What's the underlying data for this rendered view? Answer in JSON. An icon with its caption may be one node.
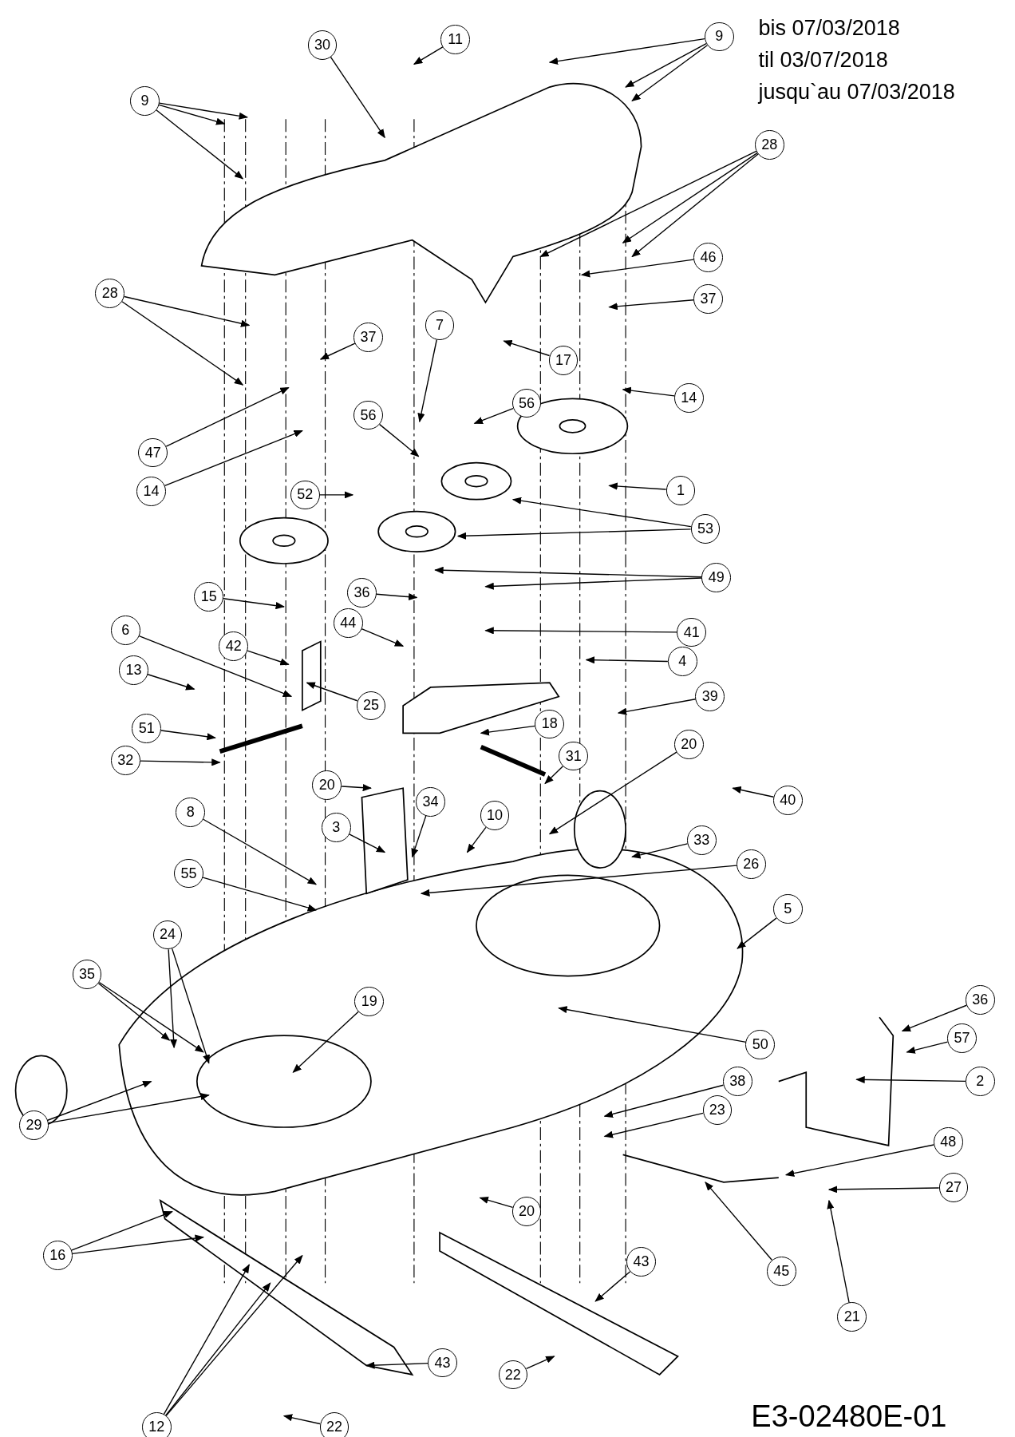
{
  "diagram": {
    "nodes": [
      {
        "text": [
          "30"
        ]
      },
      {
        "text": [
          "11"
        ]
      },
      {
        "text": [
          "9"
        ]
      },
      {
        "text": [
          "9"
        ]
      },
      {
        "text": [
          "28"
        ]
      },
      {
        "text": [
          "28"
        ]
      },
      {
        "text": [
          "46"
        ]
      },
      {
        "text": [
          "37"
        ]
      },
      {
        "text": [
          "37"
        ]
      },
      {
        "text": [
          "7"
        ]
      },
      {
        "text": [
          "17"
        ]
      },
      {
        "text": [
          "14"
        ]
      },
      {
        "text": [
          "56"
        ]
      },
      {
        "text": [
          "56"
        ]
      },
      {
        "text": [
          "47"
        ]
      },
      {
        "text": [
          "14"
        ]
      },
      {
        "text": [
          "52"
        ]
      },
      {
        "text": [
          "1"
        ]
      },
      {
        "text": [
          "53"
        ]
      },
      {
        "text": [
          "49"
        ]
      },
      {
        "text": [
          "36"
        ]
      },
      {
        "text": [
          "15"
        ]
      },
      {
        "text": [
          "44"
        ]
      },
      {
        "text": [
          "41"
        ]
      },
      {
        "text": [
          "6"
        ]
      },
      {
        "text": [
          "42"
        ]
      },
      {
        "text": [
          "13"
        ]
      },
      {
        "text": [
          "4"
        ]
      },
      {
        "text": [
          "25"
        ]
      },
      {
        "text": [
          "51"
        ]
      },
      {
        "text": [
          "39"
        ]
      },
      {
        "text": [
          "18"
        ]
      },
      {
        "text": [
          "32"
        ]
      },
      {
        "text": [
          "31"
        ]
      },
      {
        "text": [
          "20"
        ]
      },
      {
        "text": [
          "20"
        ]
      },
      {
        "text": [
          "40"
        ]
      },
      {
        "text": [
          "34"
        ]
      },
      {
        "text": [
          "10"
        ]
      },
      {
        "text": [
          "8"
        ]
      },
      {
        "text": [
          "3"
        ]
      },
      {
        "text": [
          "33"
        ]
      },
      {
        "text": [
          "26"
        ]
      },
      {
        "text": [
          "55"
        ]
      },
      {
        "text": [
          "5"
        ]
      },
      {
        "text": [
          "24"
        ]
      },
      {
        "text": [
          "35"
        ]
      },
      {
        "text": [
          "19"
        ]
      },
      {
        "text": [
          "36"
        ]
      },
      {
        "text": [
          "57"
        ]
      },
      {
        "text": [
          "50"
        ]
      },
      {
        "text": [
          "2"
        ]
      },
      {
        "text": [
          "38"
        ]
      },
      {
        "text": [
          "23"
        ]
      },
      {
        "text": [
          "29"
        ]
      },
      {
        "text": [
          "48"
        ]
      },
      {
        "text": [
          "27"
        ]
      },
      {
        "text": [
          "20"
        ]
      },
      {
        "text": [
          "45"
        ]
      },
      {
        "text": [
          "16"
        ]
      },
      {
        "text": [
          "43"
        ]
      },
      {
        "text": [
          "21"
        ]
      },
      {
        "text": [
          "43"
        ]
      },
      {
        "text": [
          "22"
        ]
      },
      {
        "text": [
          "12"
        ]
      },
      {
        "text": [
          "22"
        ]
      }
    ],
    "edges": [
      {
        "from": 0,
        "to": null,
        "arrow": "to"
      },
      {
        "from": 1,
        "to": null,
        "arrow": "to"
      },
      {
        "from": 2,
        "to": null,
        "arrow": "to"
      },
      {
        "from": 2,
        "to": null,
        "arrow": "to"
      },
      {
        "from": 2,
        "to": null,
        "arrow": "to"
      },
      {
        "from": 3,
        "to": null,
        "arrow": "to"
      },
      {
        "from": 3,
        "to": null,
        "arrow": "to"
      },
      {
        "from": 3,
        "to": null,
        "arrow": "to"
      },
      {
        "from": 4,
        "to": null,
        "arrow": "to"
      },
      {
        "from": 4,
        "to": null,
        "arrow": "to"
      },
      {
        "from": 4,
        "to": null,
        "arrow": "to"
      },
      {
        "from": 5,
        "to": null,
        "arrow": "to"
      },
      {
        "from": 5,
        "to": null,
        "arrow": "to"
      },
      {
        "from": 6,
        "to": null,
        "arrow": "to"
      },
      {
        "from": 7,
        "to": null,
        "arrow": "to"
      },
      {
        "from": 8,
        "to": null,
        "arrow": "to"
      },
      {
        "from": 9,
        "to": null,
        "arrow": "to"
      },
      {
        "from": 10,
        "to": null,
        "arrow": "to"
      },
      {
        "from": 11,
        "to": null,
        "arrow": "to"
      },
      {
        "from": 12,
        "to": null,
        "arrow": "to"
      },
      {
        "from": 13,
        "to": null,
        "arrow": "to"
      },
      {
        "from": 14,
        "to": null,
        "arrow": "to"
      },
      {
        "from": 15,
        "to": null,
        "arrow": "to"
      },
      {
        "from": 16,
        "to": null,
        "arrow": "to"
      },
      {
        "from": 17,
        "to": null,
        "arrow": "to"
      },
      {
        "from": 18,
        "to": null,
        "arrow": "to"
      },
      {
        "from": 18,
        "to": null,
        "arrow": "to"
      },
      {
        "from": 19,
        "to": null,
        "arrow": "to"
      },
      {
        "from": 19,
        "to": null,
        "arrow": "to"
      },
      {
        "from": 20,
        "to": null,
        "arrow": "to"
      },
      {
        "from": 21,
        "to": null,
        "arrow": "to"
      },
      {
        "from": 22,
        "to": null,
        "arrow": "to"
      },
      {
        "from": 23,
        "to": null,
        "arrow": "to"
      },
      {
        "from": 24,
        "to": null,
        "arrow": "to"
      },
      {
        "from": 25,
        "to": null,
        "arrow": "to"
      },
      {
        "from": 26,
        "to": null,
        "arrow": "to"
      },
      {
        "from": 27,
        "to": null,
        "arrow": "to"
      },
      {
        "from": 28,
        "to": null,
        "arrow": "to"
      },
      {
        "from": 29,
        "to": null,
        "arrow": "to"
      },
      {
        "from": 30,
        "to": null,
        "arrow": "to"
      },
      {
        "from": 31,
        "to": null,
        "arrow": "to"
      },
      {
        "from": 32,
        "to": null,
        "arrow": "to"
      },
      {
        "from": 33,
        "to": null,
        "arrow": "to"
      },
      {
        "from": 34,
        "to": null,
        "arrow": "to"
      },
      {
        "from": 35,
        "to": null,
        "arrow": "to"
      },
      {
        "from": 36,
        "to": null,
        "arrow": "to"
      },
      {
        "from": 37,
        "to": null,
        "arrow": "to"
      },
      {
        "from": 38,
        "to": null,
        "arrow": "to"
      },
      {
        "from": 39,
        "to": null,
        "arrow": "to"
      },
      {
        "from": 40,
        "to": null,
        "arrow": "to"
      },
      {
        "from": 41,
        "to": null,
        "arrow": "to"
      },
      {
        "from": 42,
        "to": null,
        "arrow": "to"
      },
      {
        "from": 43,
        "to": null,
        "arrow": "to"
      },
      {
        "from": 44,
        "to": null,
        "arrow": "to"
      },
      {
        "from": 45,
        "to": null,
        "arrow": "to"
      },
      {
        "from": 45,
        "to": null,
        "arrow": "to"
      },
      {
        "from": 46,
        "to": null,
        "arrow": "to"
      },
      {
        "from": 46,
        "to": null,
        "arrow": "to"
      },
      {
        "from": 47,
        "to": null,
        "arrow": "to"
      },
      {
        "from": 48,
        "to": null,
        "arrow": "to"
      },
      {
        "from": 49,
        "to": null,
        "arrow": "to"
      },
      {
        "from": 50,
        "to": null,
        "arrow": "to"
      },
      {
        "from": 51,
        "to": null,
        "arrow": "to"
      },
      {
        "from": 52,
        "to": null,
        "arrow": "to"
      },
      {
        "from": 53,
        "to": null,
        "arrow": "to"
      },
      {
        "from": 54,
        "to": null,
        "arrow": "to"
      },
      {
        "from": 54,
        "to": null,
        "arrow": "to"
      },
      {
        "from": 55,
        "to": null,
        "arrow": "to"
      },
      {
        "from": 56,
        "to": null,
        "arrow": "to"
      },
      {
        "from": 57,
        "to": null,
        "arrow": "to"
      },
      {
        "from": 58,
        "to": null,
        "arrow": "to"
      },
      {
        "from": 59,
        "to": null,
        "arrow": "to"
      },
      {
        "from": 59,
        "to": null,
        "arrow": "to"
      },
      {
        "from": 60,
        "to": null,
        "arrow": "to"
      },
      {
        "from": 61,
        "to": null,
        "arrow": "to"
      },
      {
        "from": 62,
        "to": null,
        "arrow": "to"
      },
      {
        "from": 63,
        "to": null,
        "arrow": "to"
      },
      {
        "from": 64,
        "to": null,
        "arrow": "to"
      },
      {
        "from": 64,
        "to": null,
        "arrow": "to"
      },
      {
        "from": 64,
        "to": null,
        "arrow": "to"
      },
      {
        "from": 65,
        "to": null,
        "arrow": "to"
      }
    ],
    "labels": [
      "bis 07/03/2018",
      "til 03/07/2018",
      "jusqu`au 07/03/2018",
      "E3-02480E-01"
    ]
  }
}
